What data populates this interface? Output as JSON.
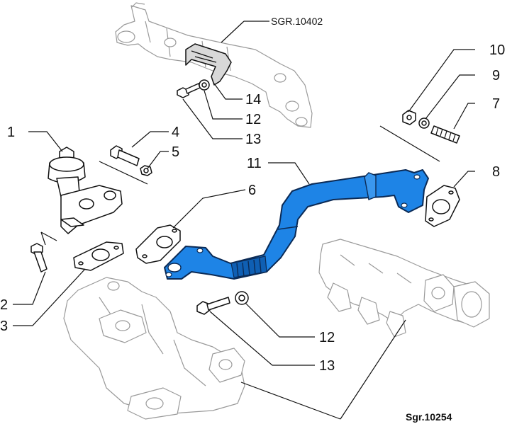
{
  "diagram": {
    "refs": {
      "top": "SGR.10402",
      "bottom": "Sgr.10254"
    },
    "callouts": {
      "c1": "1",
      "c2": "2",
      "c3": "3",
      "c4": "4",
      "c5": "5",
      "c6": "6",
      "c7": "7",
      "c8": "8",
      "c9": "9",
      "c10": "10",
      "c11": "11",
      "c12a": "12",
      "c12b": "12",
      "c13a": "13",
      "c13b": "13",
      "c14": "14"
    },
    "colors": {
      "pipe": "#1e84e6",
      "ink": "#111111",
      "ghost": "#9a9a9a"
    }
  }
}
